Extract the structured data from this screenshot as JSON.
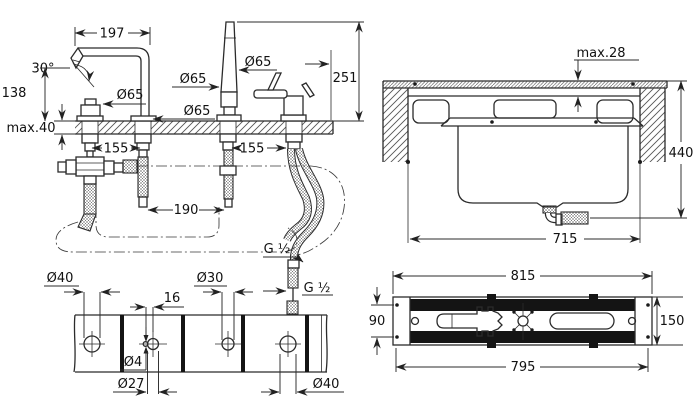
{
  "side_view": {
    "spout_reach": "197",
    "spout_angle": "30°",
    "spout_height": "138",
    "deck_max": "max.40",
    "escutcheons": [
      "Ø65",
      "Ø65",
      "Ø65",
      "Ø65"
    ],
    "shower_height": "251",
    "spacings": [
      "155",
      "155"
    ],
    "hose_spacing": "190",
    "threads": [
      "G ½",
      "G ½"
    ]
  },
  "plan_view": {
    "hole1_dia": "Ø40",
    "pin_offset": "16",
    "pin_dia": "Ø4",
    "hole2_dia": "Ø27",
    "hole3_dia": "Ø30",
    "hole4_dia": "Ø40"
  },
  "section_view": {
    "deck_max": "max.28",
    "height": "440",
    "width": "715"
  },
  "template_view": {
    "length": "815",
    "screw_v": "90",
    "width": "150",
    "screw_h": "795"
  }
}
